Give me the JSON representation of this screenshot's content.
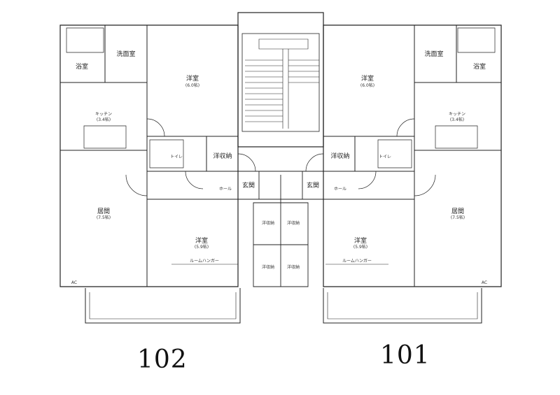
{
  "units": {
    "left": "102",
    "right": "101"
  },
  "top_mark": "",
  "rooms": {
    "bath_l": "浴室",
    "wash_l": "洗面室",
    "bath_r": "浴室",
    "wash_r": "洗面室",
    "western_tl": "洋室",
    "western_tl_size": "(6.0帖)",
    "western_tr": "洋室",
    "western_tr_size": "(6.0帖)",
    "kitchen_l": "キッチン",
    "kitchen_l_size": "(3.4帖)",
    "kitchen_r": "キッチン",
    "kitchen_r_size": "(3.4帖)",
    "toilet_l": "トイレ",
    "toilet_r": "トイレ",
    "closet_l": "洋収納",
    "closet_r": "洋収納",
    "hall_l": "ホール",
    "hall_r": "ホール",
    "entry_l": "玄関",
    "entry_r": "玄関",
    "living_l": "居間",
    "living_l_size": "(7.5帖)",
    "living_r": "居間",
    "living_r_size": "(7.5帖)",
    "western_bl": "洋室",
    "western_bl_size": "(5.9帖)",
    "western_br": "洋室",
    "western_br_size": "(5.9帖)",
    "closet_c1": "洋収納",
    "closet_c2": "洋収納",
    "closet_c3": "洋収納",
    "closet_c4": "洋収納",
    "hanger_l": "ルームハンガー",
    "hanger_r": "ルームハンガー",
    "ac_l": "AC",
    "ac_r": "AC"
  }
}
